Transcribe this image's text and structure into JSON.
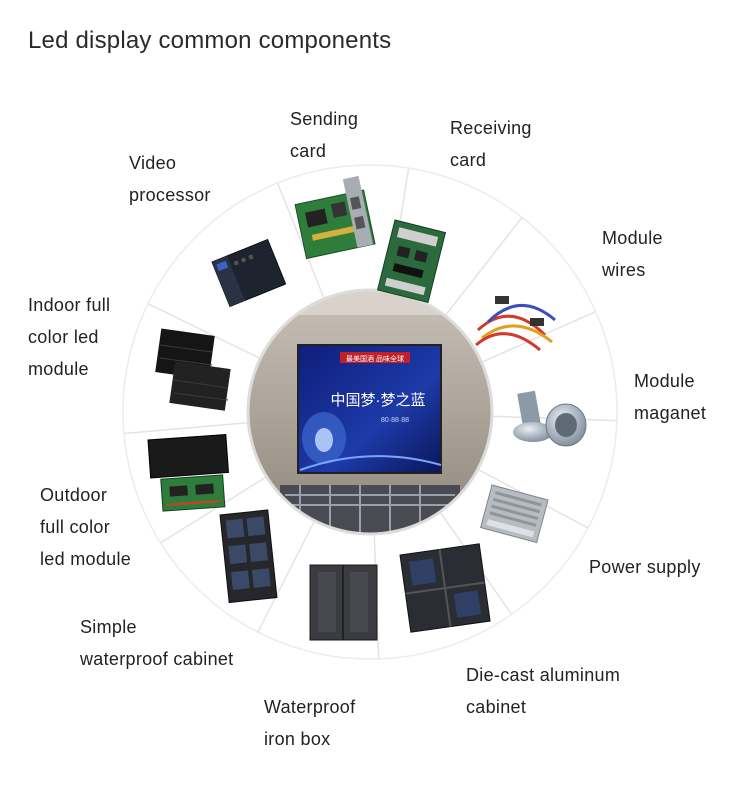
{
  "title": "Led display common components",
  "center": {
    "sign_text_1": "中国梦·梦之蓝",
    "sign_text_2": "最美国酒 品味全球",
    "sign_text_3": "80·88·88"
  },
  "components": [
    {
      "id": "sending-card",
      "lines": [
        "Sending",
        "card"
      ]
    },
    {
      "id": "receiving-card",
      "lines": [
        "Receiving",
        "card"
      ]
    },
    {
      "id": "module-wires",
      "lines": [
        "Module",
        "wires"
      ]
    },
    {
      "id": "module-magnet",
      "lines": [
        "Module",
        "maganet"
      ]
    },
    {
      "id": "power-supply",
      "lines": [
        "Power supply"
      ]
    },
    {
      "id": "die-cast-cabinet",
      "lines": [
        "Die-cast aluminum",
        "cabinet"
      ]
    },
    {
      "id": "waterproof-iron-box",
      "lines": [
        "Waterproof",
        "iron box"
      ]
    },
    {
      "id": "simple-waterproof-cabinet",
      "lines": [
        "Simple",
        "waterproof cabinet"
      ]
    },
    {
      "id": "outdoor-module",
      "lines": [
        "Outdoor",
        "full color",
        "led module"
      ]
    },
    {
      "id": "indoor-module",
      "lines": [
        "Indoor full",
        "color led",
        "module"
      ]
    },
    {
      "id": "video-processor",
      "lines": [
        "Video",
        "processor"
      ]
    }
  ],
  "colors": {
    "ring_line": "#e4e4e4",
    "sign_blue": "#1d3aa8",
    "pcb_green": "#2f7d3a"
  }
}
